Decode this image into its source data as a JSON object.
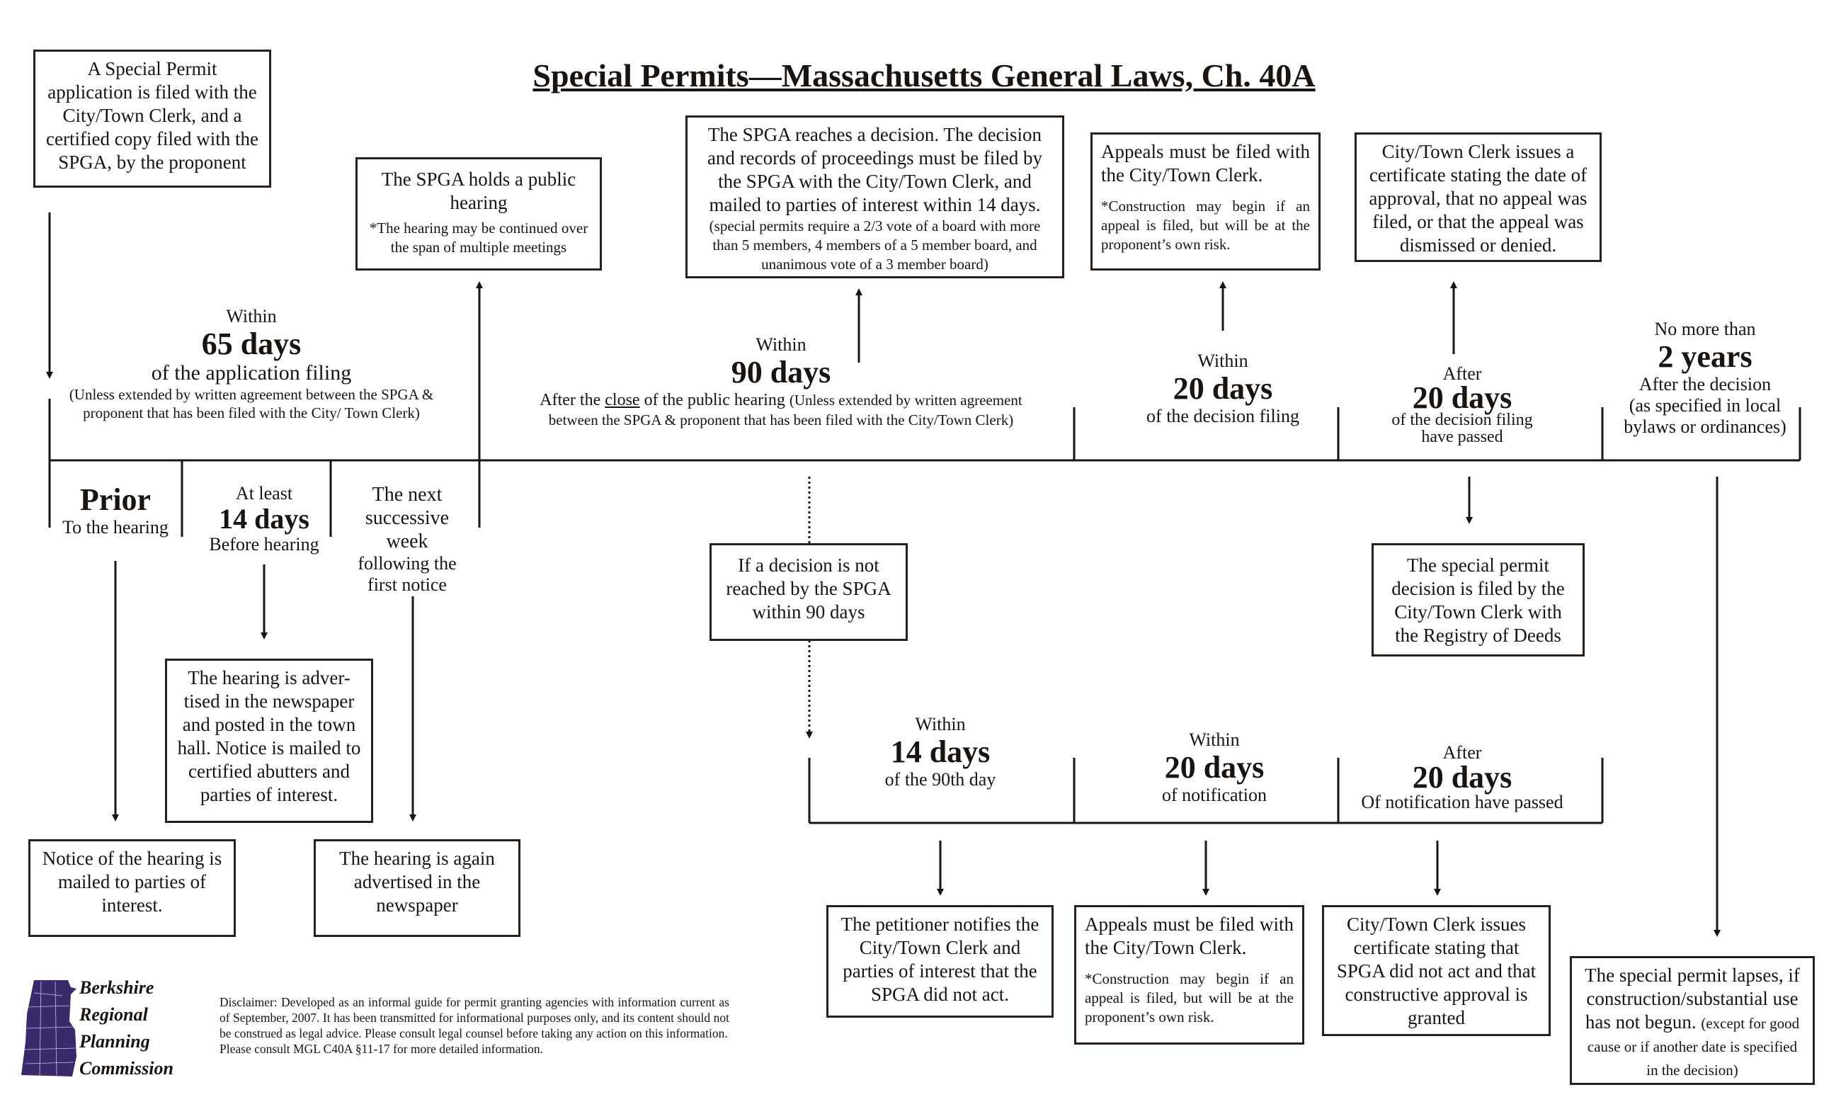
{
  "title": "Special Permits—Massachusetts General Laws, Ch. 40A",
  "boxes": {
    "application_filed": "A Special Permit application is filed with the City/Town Clerk, and a certified copy filed with the SPGA, by the proponent",
    "public_hearing": {
      "main": "The SPGA holds a public hearing",
      "note": "*The hearing may be continued over the span of multiple meetings"
    },
    "decision": {
      "main": "The SPGA reaches a decision. The decision and records of  proceedings must be filed by the SPGA with the City/Town Clerk, and mailed to parties of interest within 14 days.",
      "note": "(special permits require a 2/3 vote of a board with more than 5 members, 4 members of a 5 member board, and unanimous vote of a 3 member board)"
    },
    "appeals_top": {
      "main": "Appeals must be filed with the City/Town Clerk.",
      "note": "*Construction may begin if an appeal is filed, but will be at the proponent’s own risk."
    },
    "certificate": "City/Town Clerk issues a certificate stating the date of approval, that no appeal was filed, or that the appeal was dismissed or  denied.",
    "no_decision": "If a decision is not reached by the SPGA within 90 days",
    "registry": "The special permit decision is filed by the City/Town Clerk  with the  Registry of Deeds",
    "advertised": "The hearing is adver-tised in the newspaper and posted in the town hall.  Notice is mailed to certified abutters and parties of interest.",
    "notice_mailed": "Notice of the hearing is mailed to parties of interest.",
    "again_advertised": "The hearing is again advertised in the newspaper",
    "petitioner": "The petitioner notifies the City/Town Clerk and parties of interest that the SPGA did not act.",
    "appeals_bottom": {
      "main": "Appeals must be filed with the City/Town Clerk.",
      "note": "*Construction may begin if an appeal is filed, but will be at the proponent’s own risk."
    },
    "constructive": "City/Town Clerk issues certificate stating that SPGA did not act and that constructive approval is granted",
    "lapses": {
      "main": "The special permit lapses, if construction/substantial use has not begun.",
      "note": "(except for good cause or if another date is specified in the decision)"
    }
  },
  "labels": {
    "d65": {
      "pre": "Within",
      "big": "65 days",
      "sub": "of the application filing",
      "note": "(Unless extended by written agreement between the SPGA & proponent that has been filed with the  City/ Town Clerk)"
    },
    "d90": {
      "pre": "Within",
      "big": "90 days",
      "sub_a": "After the ",
      "sub_u": "close",
      "sub_b": " of the public hearing",
      "note_a": "(Unless extended by written agreement",
      "note_b": "between the SPGA & proponent that has been filed with the  City/Town Clerk)"
    },
    "d20_decision": {
      "pre": "Within",
      "big": "20 days",
      "sub": "of the decision filing"
    },
    "after20_decision": {
      "pre": "After",
      "big": "20 days",
      "sub": "of the decision filing have passed"
    },
    "y2": {
      "pre": "No more than",
      "big": "2 years",
      "sub": "After the decision",
      "note": "(as specified in local bylaws or ordinances)"
    },
    "prior": {
      "big": "Prior",
      "sub": "To the hearing"
    },
    "d14_before": {
      "pre": "At least",
      "big": "14 days",
      "sub": "Before hearing"
    },
    "next_week": {
      "text": "The next successive week",
      "sub": "following the first notice"
    },
    "d14_90th": {
      "pre": "Within",
      "big": "14 days",
      "sub": "of the 90th day"
    },
    "d20_notification": {
      "pre": "Within",
      "big": "20 days",
      "sub": "of notification"
    },
    "after20_notification": {
      "pre": "After",
      "big": "20 days",
      "sub": "Of notification have passed"
    }
  },
  "logo": {
    "line1": "Berkshire",
    "line2": "Regional",
    "line3": "Planning",
    "line4": "Commission",
    "color": "#3b2a6b"
  },
  "disclaimer": {
    "text": "Disclaimer: Developed as an informal guide for permit granting agencies with information current as of September, 2007.  It has been transmitted for informational purposes only, and its content should not be construed as legal advice. Please consult legal counsel before taking any action on this information.",
    "consult": "Please consult MGL C40A §11-17 for more detailed information."
  }
}
